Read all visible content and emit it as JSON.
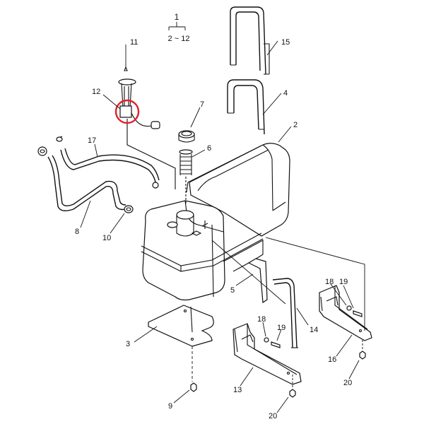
{
  "diagram": {
    "assembly": {
      "number": "1",
      "range": "2 ~ 12"
    },
    "labels": [
      "15",
      "4",
      "2",
      "11",
      "12",
      "7",
      "6",
      "17",
      "8",
      "10",
      "5",
      "3",
      "9",
      "18",
      "19",
      "14",
      "13",
      "20",
      "16",
      "18",
      "19",
      "20"
    ],
    "highlight_color": "#e0202a",
    "line_color": "#111111",
    "background": "#ffffff"
  }
}
